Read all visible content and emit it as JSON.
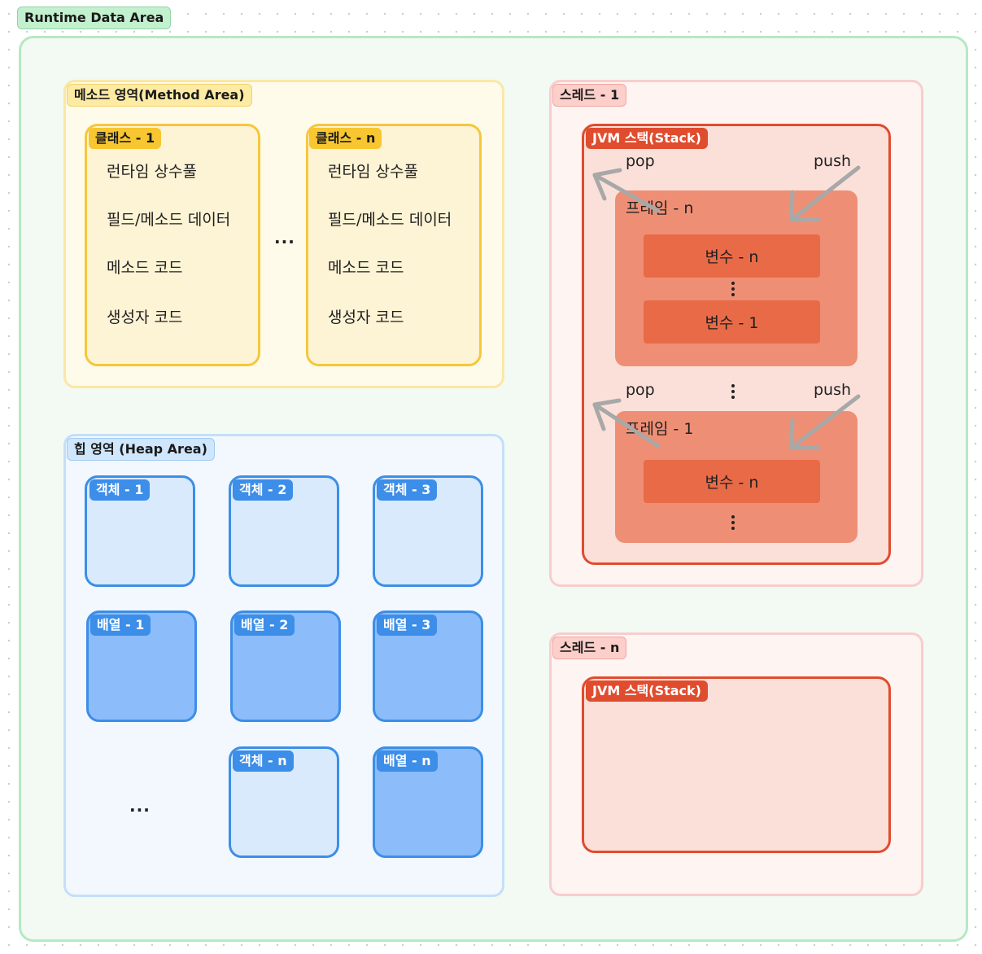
{
  "runtime": {
    "label": "Runtime Data Area"
  },
  "method_area": {
    "label": "메소드 영역(Method Area)",
    "classes": [
      {
        "label": "클래스 - 1",
        "items": [
          "런타임 상수풀",
          "필드/메소드 데이터",
          "메소드 코드",
          "생성자 코드"
        ]
      },
      {
        "label": "클래스 - n",
        "items": [
          "런타임 상수풀",
          "필드/메소드 데이터",
          "메소드 코드",
          "생성자 코드"
        ]
      }
    ],
    "ellipsis": "..."
  },
  "heap_area": {
    "label": "힙 영역 (Heap Area)",
    "objects": [
      "객체 - 1",
      "객체 - 2",
      "객체 - 3",
      "객체 - n"
    ],
    "arrays": [
      "배열 -  1",
      "배열 - 2",
      "배열 - 3",
      "배열 - n"
    ],
    "ellipsis": "..."
  },
  "thread_1": {
    "label": "스레드 - 1",
    "stack_label": "JVM 스택(Stack)",
    "pop": "pop",
    "push": "push",
    "frames": [
      {
        "label": "프레임 - n",
        "vars": [
          "변수 - n",
          "변수 - 1"
        ]
      },
      {
        "label": "프레임 - 1",
        "vars": [
          "변수 - n"
        ]
      }
    ]
  },
  "thread_n": {
    "label": "스레드 - n",
    "stack_label": "JVM 스택(Stack)"
  },
  "colors": {
    "runtime": "#b5e9c2",
    "method": "#f5c73b",
    "heap": "#3c8ee8",
    "thread": "#e04c2e",
    "arrow": "#a8a8a8"
  }
}
